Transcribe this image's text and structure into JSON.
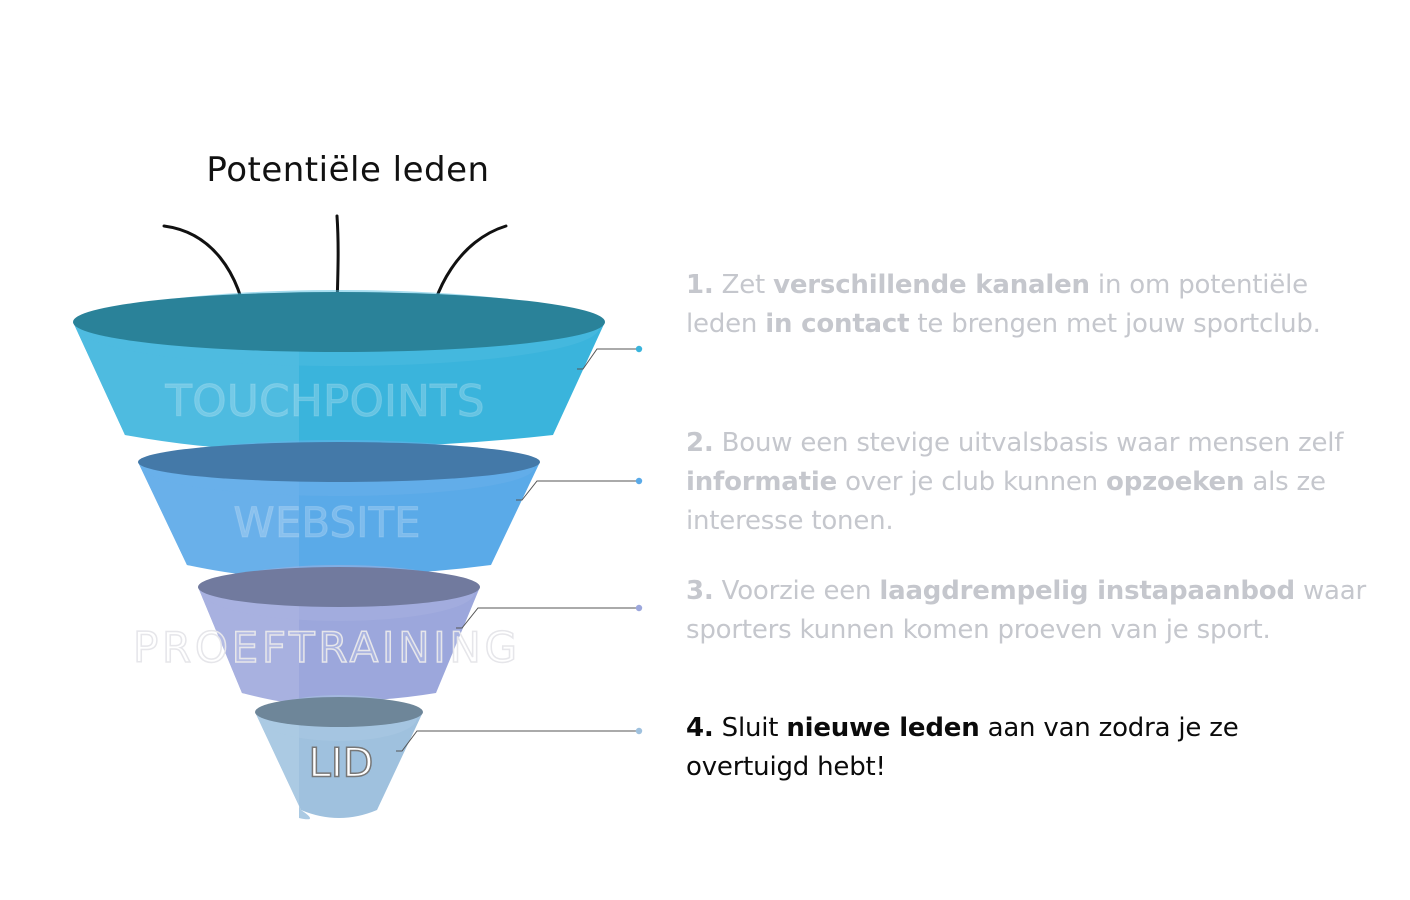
{
  "title": "Potentiële leden",
  "funnel": [
    {
      "label": "TOUCHPOINTS",
      "top": "#2a8299",
      "body": "#3ab4dc",
      "body_light": "#4ebbe0",
      "dot": "#3ab4dc"
    },
    {
      "label": "WEBSITE",
      "top": "#4479a8",
      "body": "#5aaae8",
      "body_light": "#69b0ea",
      "dot": "#5aaae8"
    },
    {
      "label": "PROEFTRAINING",
      "top": "#717a9e",
      "body": "#9ca7dc",
      "body_light": "#a8b1e0",
      "dot": "#9ca7dc"
    },
    {
      "label": "LID",
      "top": "#6e8699",
      "body": "#9fc1de",
      "body_light": "#abcae3",
      "dot": "#9fc1de"
    }
  ],
  "steps": [
    {
      "active": false,
      "segments": [
        {
          "b": true,
          "t": "1."
        },
        {
          "b": false,
          "t": " Zet "
        },
        {
          "b": true,
          "t": "verschillende kanalen"
        },
        {
          "b": false,
          "t": " in om potentiële leden "
        },
        {
          "b": true,
          "t": "in contact"
        },
        {
          "b": false,
          "t": " te brengen met jouw sportclub."
        }
      ]
    },
    {
      "active": false,
      "segments": [
        {
          "b": true,
          "t": "2."
        },
        {
          "b": false,
          "t": " Bouw een stevige uitvalsbasis waar mensen zelf "
        },
        {
          "b": true,
          "t": "informatie"
        },
        {
          "b": false,
          "t": " over je club kunnen "
        },
        {
          "b": true,
          "t": "opzoeken"
        },
        {
          "b": false,
          "t": " als ze interesse tonen."
        }
      ]
    },
    {
      "active": false,
      "segments": [
        {
          "b": true,
          "t": "3."
        },
        {
          "b": false,
          "t": " Voorzie een "
        },
        {
          "b": true,
          "t": "laagdrempelig instapaanbod"
        },
        {
          "b": false,
          "t": " waar sporters kunnen komen proeven van je sport."
        }
      ]
    },
    {
      "active": true,
      "segments": [
        {
          "b": true,
          "t": "4."
        },
        {
          "b": false,
          "t": " Sluit "
        },
        {
          "b": true,
          "t": "nieuwe leden"
        },
        {
          "b": false,
          "t": " aan van zodra je ze overtuigd hebt!"
        }
      ]
    }
  ]
}
